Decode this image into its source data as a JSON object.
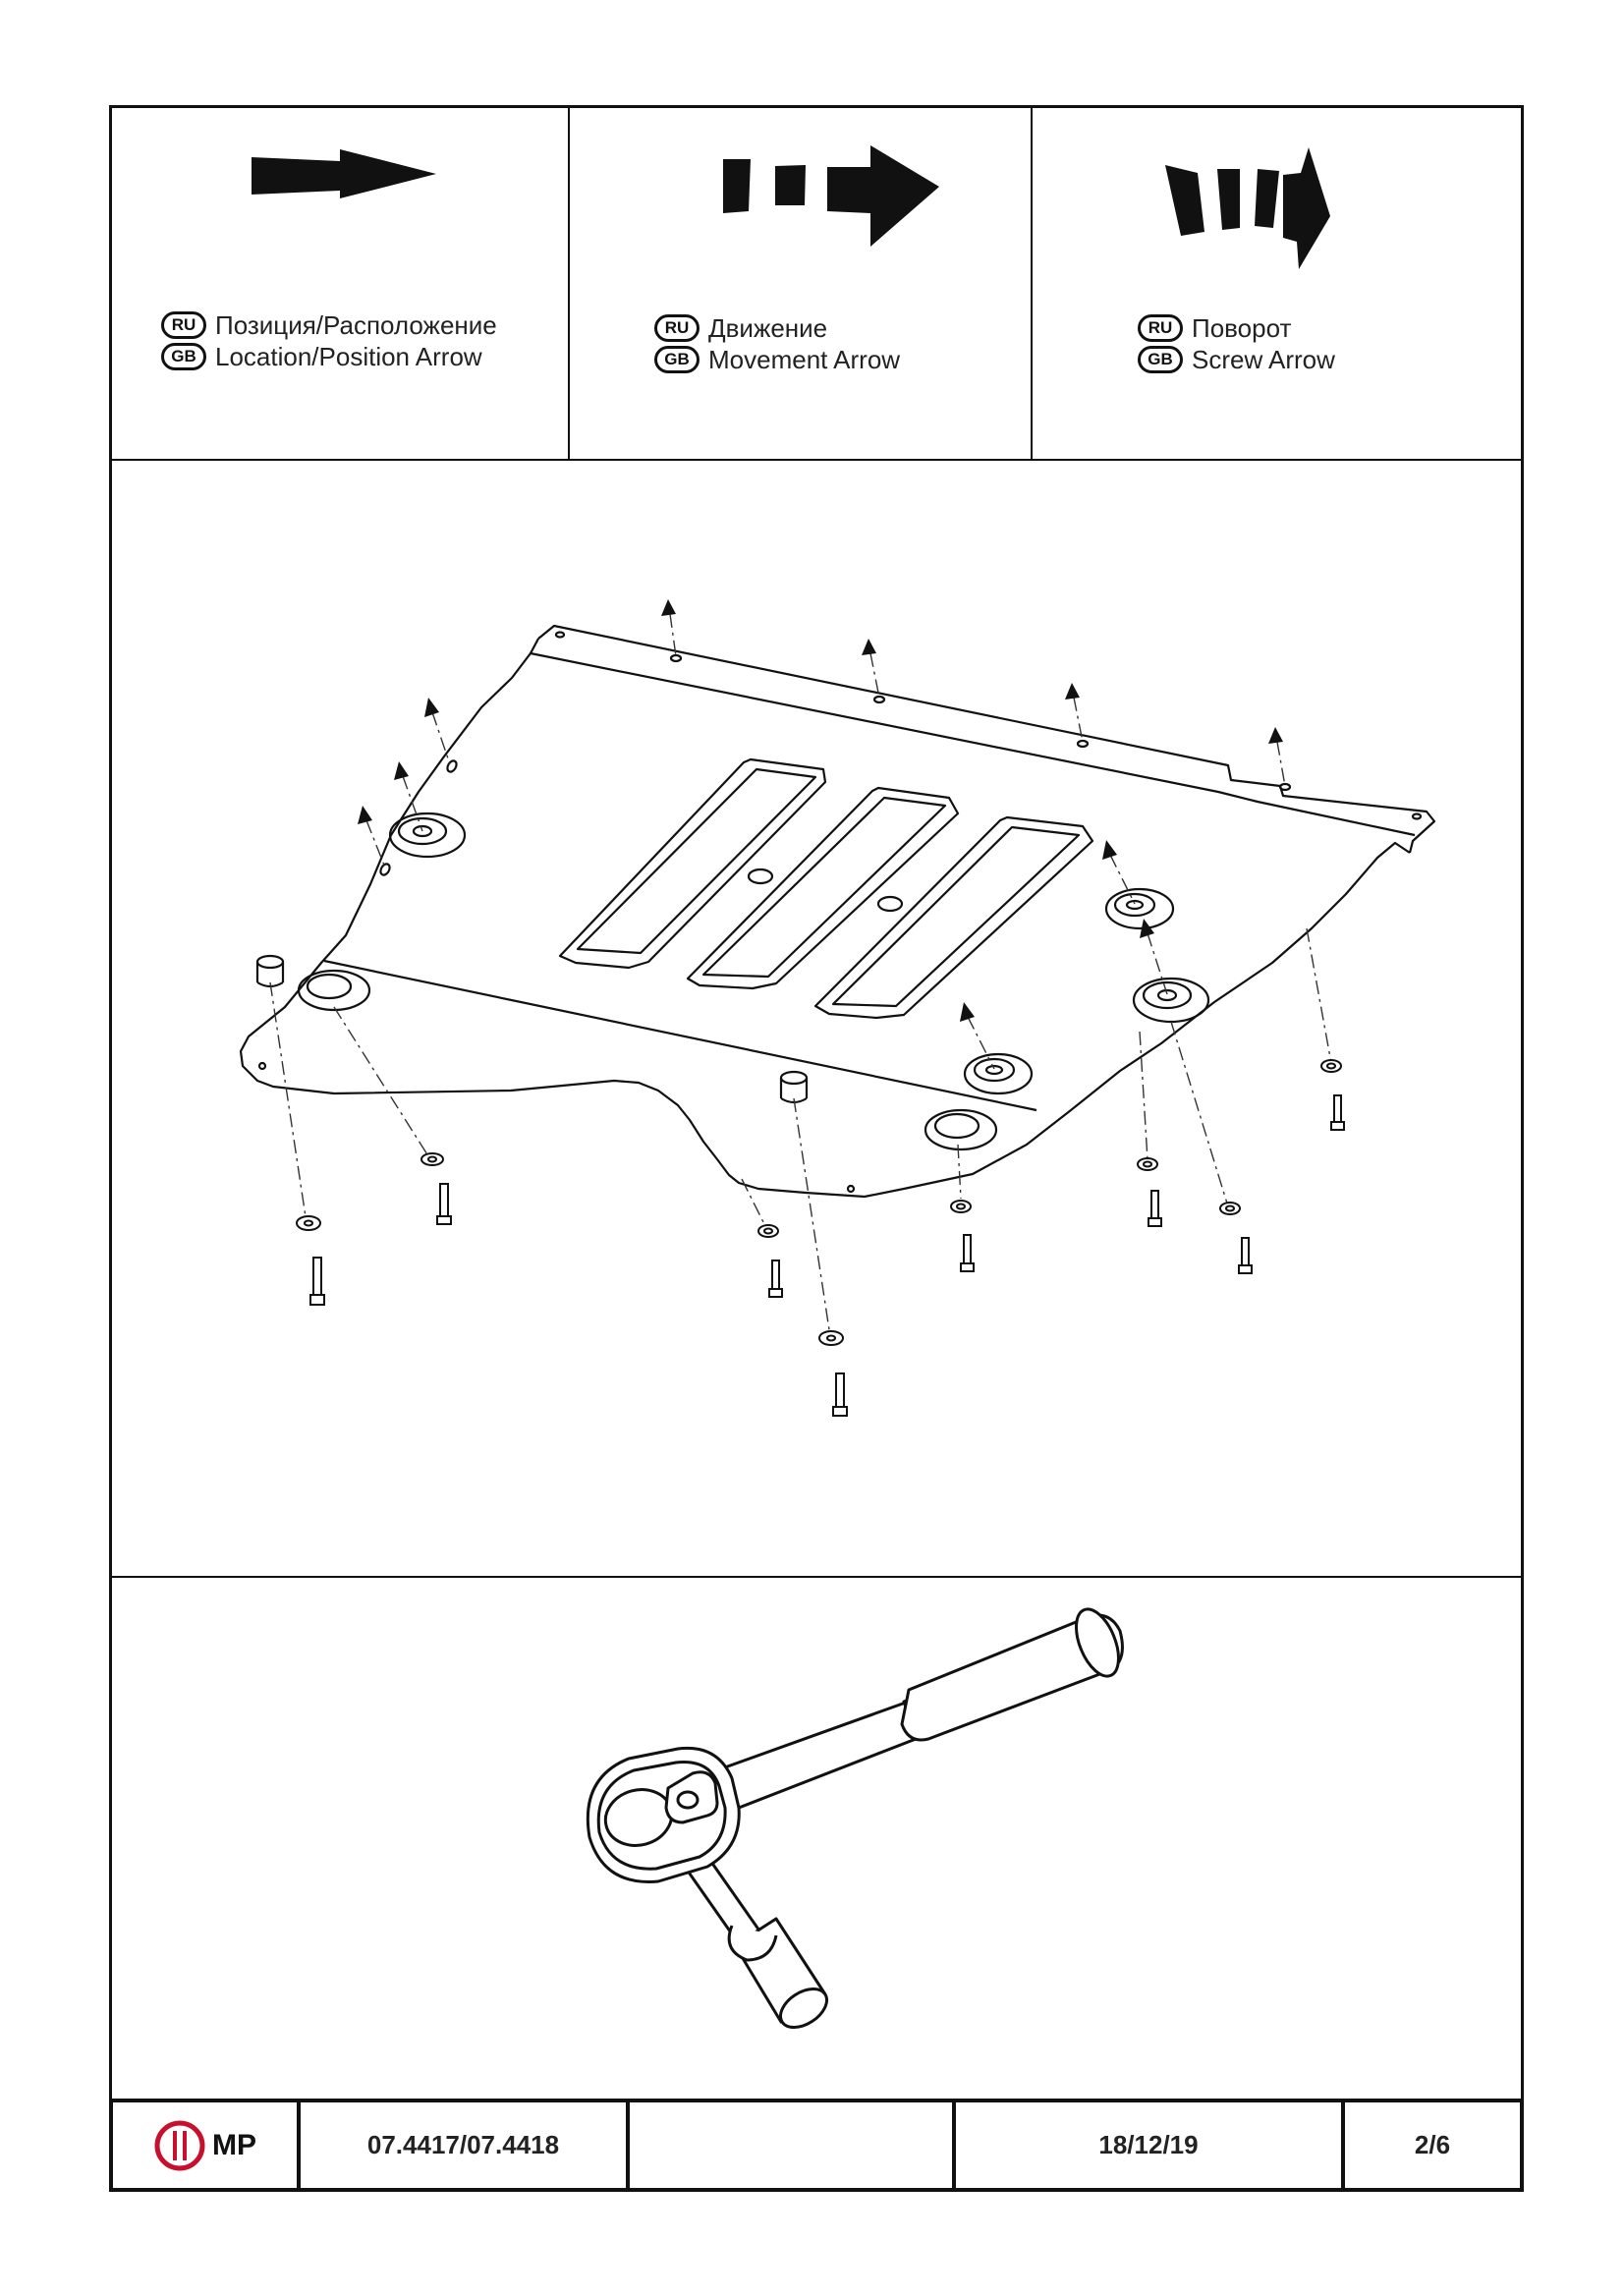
{
  "legend": [
    {
      "ru_code": "RU",
      "ru_text": "Позиция/Расположение",
      "gb_code": "GB",
      "gb_text": "Location/Position Arrow",
      "icon": "location-arrow-icon"
    },
    {
      "ru_code": "RU",
      "ru_text": "Движение",
      "gb_code": "GB",
      "gb_text": "Movement Arrow",
      "icon": "movement-arrow-icon"
    },
    {
      "ru_code": "RU",
      "ru_text": "Поворот",
      "gb_code": "GB",
      "gb_text": "Screw Arrow",
      "icon": "screw-arrow-icon"
    }
  ],
  "footer": {
    "logo_text": "MP",
    "part_number": "07.4417/07.4418",
    "blank": "",
    "date": "18/12/19",
    "page": "2/6"
  },
  "colors": {
    "ink": "#111111",
    "logo_red": "#c8102e"
  }
}
